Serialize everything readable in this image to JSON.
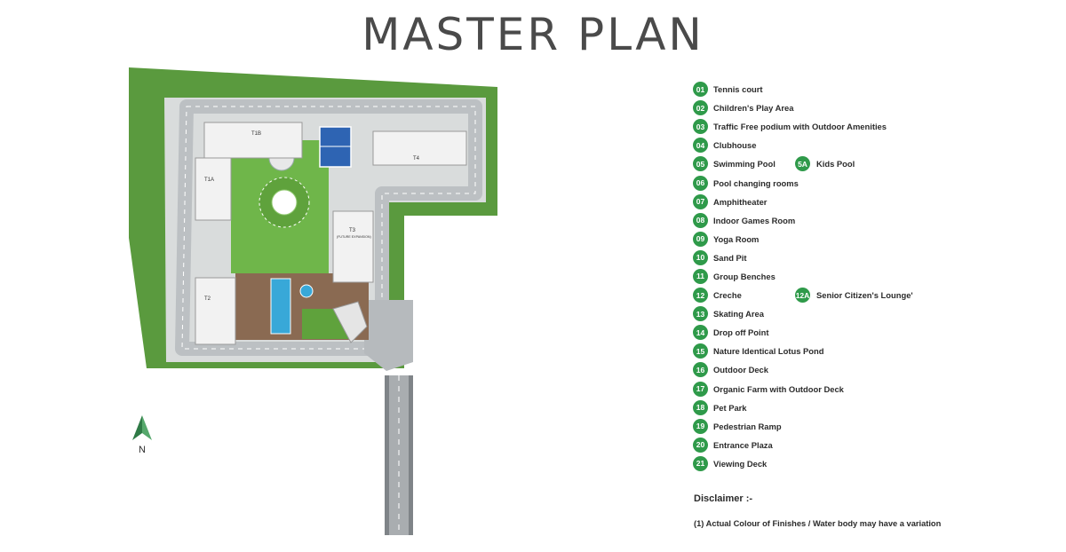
{
  "title": "MASTER PLAN",
  "legend": [
    {
      "num": "01",
      "label": "Tennis court"
    },
    {
      "num": "02",
      "label": "Children's Play Area"
    },
    {
      "num": "03",
      "label": "Traffic Free podium with Outdoor Amenities"
    },
    {
      "num": "04",
      "label": "Clubhouse"
    },
    {
      "num": "05",
      "label": "Swimming Pool",
      "extra_num": "5A",
      "extra_label": "Kids Pool"
    },
    {
      "num": "06",
      "label": "Pool changing rooms"
    },
    {
      "num": "07",
      "label": "Amphitheater"
    },
    {
      "num": "08",
      "label": "Indoor Games Room"
    },
    {
      "num": "09",
      "label": "Yoga Room"
    },
    {
      "num": "10",
      "label": "Sand Pit"
    },
    {
      "num": "11",
      "label": "Group Benches"
    },
    {
      "num": "12",
      "label": "Creche",
      "extra_num": "12A",
      "extra_label": "Senior Citizen's Lounge'"
    },
    {
      "num": "13",
      "label": "Skating Area"
    },
    {
      "num": "14",
      "label": "Drop off Point"
    },
    {
      "num": "15",
      "label": "Nature Identical Lotus Pond"
    },
    {
      "num": "16",
      "label": "Outdoor Deck"
    },
    {
      "num": "17",
      "label": "Organic Farm with Outdoor Deck"
    },
    {
      "num": "18",
      "label": "Pet Park"
    },
    {
      "num": "19",
      "label": "Pedestrian Ramp"
    },
    {
      "num": "20",
      "label": "Entrance Plaza"
    },
    {
      "num": "21",
      "label": "Viewing Deck"
    }
  ],
  "disclaimer": {
    "title": "Disclaimer :-",
    "text": "(1) Actual Colour of Finishes / Water body may have a variation"
  },
  "map": {
    "towers": [
      "T1B",
      "T1A",
      "T2",
      "T3",
      "T4"
    ],
    "t3_note": "(FUTURE EXPANSION)",
    "compass": "N"
  },
  "colors": {
    "badge": "#2f9a4a",
    "title": "#4a4a4a",
    "lawn": "#6fb64a",
    "pool": "#38a8d8",
    "road": "#c9ccce"
  }
}
